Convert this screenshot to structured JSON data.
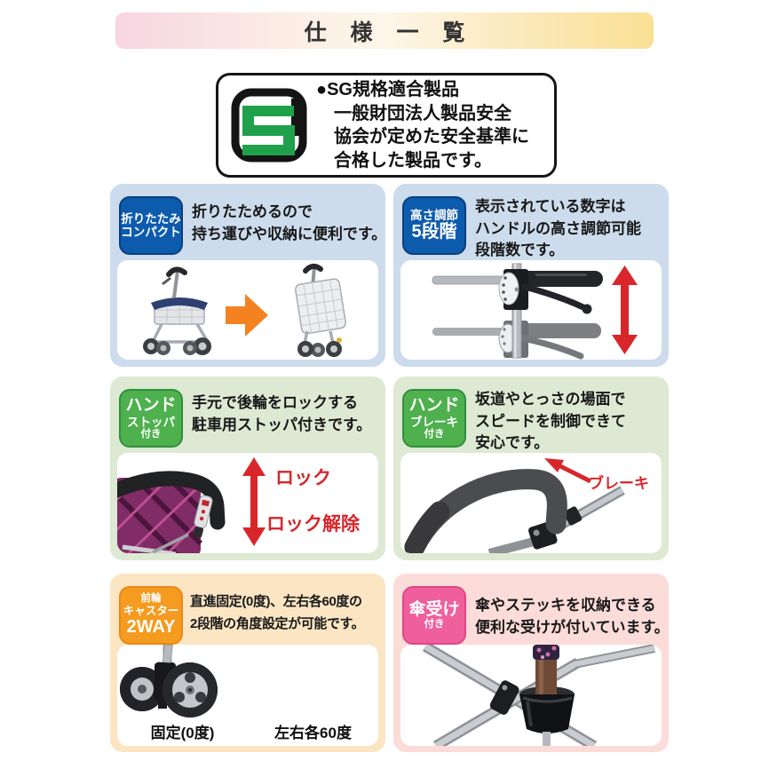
{
  "colors": {
    "title_gradient_left": "#f7d5e2",
    "title_gradient_right": "#f9e094",
    "panel_blue": "#ccdcec",
    "panel_green": "#dde9d2",
    "panel_orange": "#fbe5c3",
    "panel_pink": "#fcdcd8",
    "badge_blue": "#0d5bad",
    "badge_green": "#4fb04e",
    "badge_orange": "#f59b1f",
    "badge_pink": "#ef5f9e",
    "sg_green": "#1fa04b",
    "red_accent": "#d8262b",
    "orange_arrow": "#f58220"
  },
  "header": {
    "title": "仕 様 一 覧"
  },
  "sg_box": {
    "line1": "●SG規格適合製品",
    "line2": "一般財団法人製品安全",
    "line3": "協会が定めた安全基準に",
    "line4": "合格した製品です。"
  },
  "panels": [
    {
      "badge_lines": [
        "折りたたみ",
        "コンパクト"
      ],
      "desc_lines": [
        "折りたためるので",
        "持ち運びや収納に便利です。"
      ]
    },
    {
      "badge_lines": [
        "高さ調節",
        "5段階"
      ],
      "desc_lines": [
        "表示されている数字は",
        "ハンドルの高さ調節可能",
        "段階数です。"
      ]
    },
    {
      "badge_lines": [
        "ハンド",
        "ストッパ",
        "付き"
      ],
      "desc_lines": [
        "手元で後輪をロックする",
        "駐車用ストッパ付きです。"
      ],
      "labels": {
        "lock": "ロック",
        "unlock": "ロック解除"
      }
    },
    {
      "badge_lines": [
        "ハンド",
        "ブレーキ",
        "付き"
      ],
      "desc_lines": [
        "坂道やとっさの場面で",
        "スピードを制御できて",
        "安心です。"
      ],
      "labels": {
        "brake": "ブレーキ"
      }
    },
    {
      "badge_lines": [
        "前輪",
        "キャスター",
        "2WAY"
      ],
      "desc_lines": [
        "直進固定(0度)、左右各60度の",
        "2段階の角度設定が可能です。"
      ],
      "captions": [
        "固定(0度)",
        "左右各60度"
      ]
    },
    {
      "badge_lines": [
        "傘受け",
        "付き"
      ],
      "desc_lines": [
        "傘やステッキを収納できる",
        "便利な受けが付いています。"
      ]
    }
  ]
}
